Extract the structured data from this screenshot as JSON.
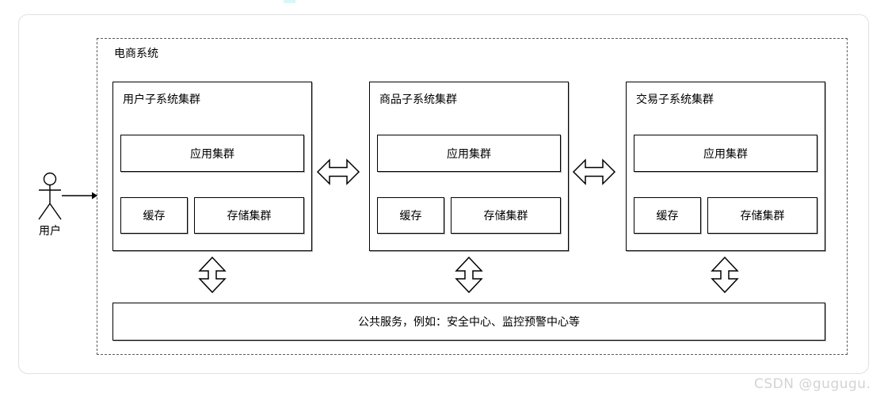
{
  "page": {
    "background": "#ffffff",
    "accent_fragment_color": "#d9f7f7"
  },
  "diagram": {
    "system_label": "电商系统",
    "actor_label": "用户",
    "subsystems": [
      {
        "title": "用户子系统集群",
        "app_cluster": "应用集群",
        "cache": "缓存",
        "storage": "存储集群"
      },
      {
        "title": "商品子系统集群",
        "app_cluster": "应用集群",
        "cache": "缓存",
        "storage": "存储集群"
      },
      {
        "title": "交易子系统集群",
        "app_cluster": "应用集群",
        "cache": "缓存",
        "storage": "存储集群"
      }
    ],
    "shared_services_label": "公共服务，例如：安全中心、监控预警中心等",
    "colors": {
      "shape_border": "#000000",
      "boundary_dash": "#5b5b5b",
      "card_border": "#e3e3e3",
      "shape_shadow": "#b0b0b0"
    }
  },
  "watermark": {
    "text": "CSDN @gugugu.",
    "color": "#d3d3d3"
  }
}
